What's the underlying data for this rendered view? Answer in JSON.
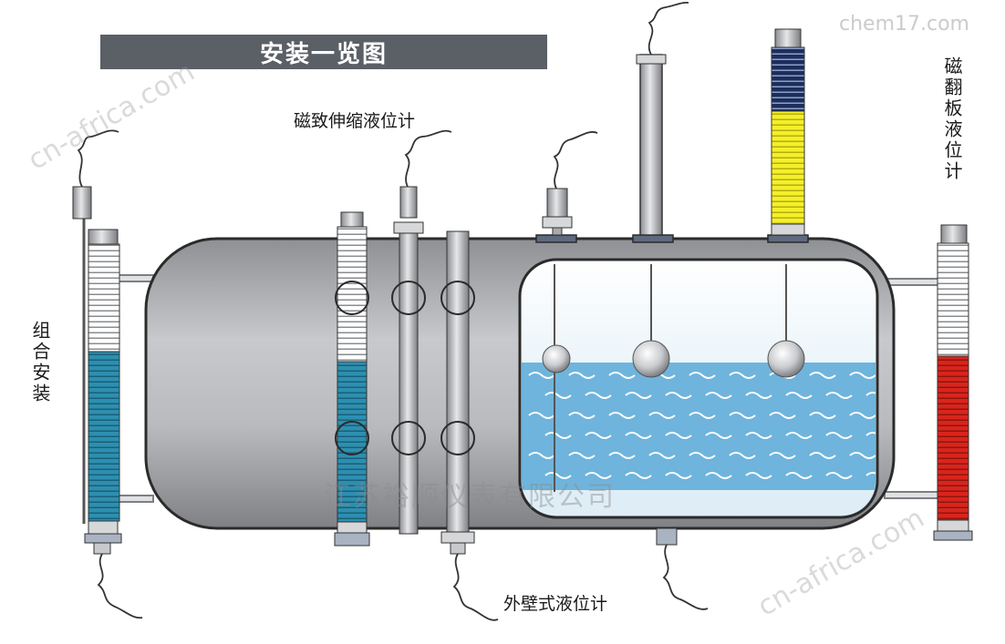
{
  "title": "安装一览图",
  "labels": {
    "magnetostrictive": "磁致伸缩液位计",
    "combined": "组合安装",
    "magnetic_flap": "磁翻板液位计",
    "external_wall": "外壁式液位计"
  },
  "watermarks": {
    "top_right": "chem17.com",
    "center": "江苏裕顺仪表有限公司",
    "diagonal_left": "cn-africa.com",
    "diagonal_right": "cn-africa.com"
  },
  "colors": {
    "title_bg": "#5b5f66",
    "tank_body": "#a9abae",
    "tank_outline": "#2b2b2b",
    "water": "#6fb4dc",
    "level_blue": "#2d8fb0",
    "level_yellow": "#f5ef2a",
    "level_red": "#d9251c",
    "level_navy": "#1b2e5c"
  },
  "icons": [
    "cable-icon",
    "float-ball-icon",
    "flange-icon",
    "connector-icon"
  ]
}
